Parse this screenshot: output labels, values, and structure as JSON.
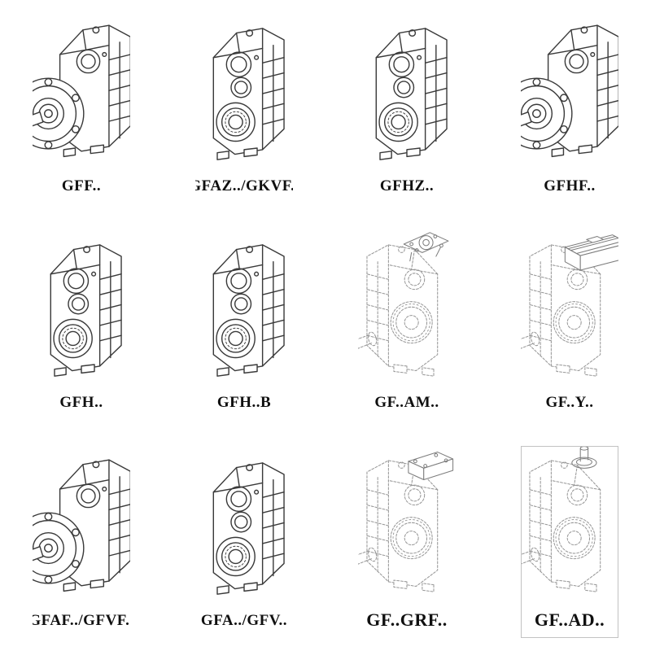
{
  "page": {
    "background": "#ffffff",
    "colors": {
      "solid_line": "#3a3a3a",
      "dashed_line": "#979797",
      "label_text": "#101010"
    }
  },
  "products": [
    {
      "label": "GFF..",
      "symbol": "#v-flange",
      "drawing_icon": "gearbox-flange-mounted-icon"
    },
    {
      "label": "GFAZ../GKVF..",
      "symbol": "#v-bore",
      "drawing_icon": "gearbox-hollow-shaft-icon"
    },
    {
      "label": "GFHZ..",
      "symbol": "#v-bore",
      "drawing_icon": "gearbox-hollow-shaft-icon"
    },
    {
      "label": "GFHF..",
      "symbol": "#v-flange",
      "drawing_icon": "gearbox-flange-mounted-icon"
    },
    {
      "label": "GFH..",
      "symbol": "#v-bore",
      "drawing_icon": "gearbox-hollow-shaft-icon"
    },
    {
      "label": "GFH..B",
      "symbol": "#v-bore",
      "drawing_icon": "gearbox-hollow-shaft-icon"
    },
    {
      "label": "GF..AM..",
      "symbol": "#v-dash-am",
      "drawing_icon": "gearbox-adapter-flange-icon"
    },
    {
      "label": "GF..Y..",
      "symbol": "#v-dash-motor",
      "drawing_icon": "gearbox-with-motor-icon"
    },
    {
      "label": "GFAF../GFVF..",
      "symbol": "#v-flange",
      "drawing_icon": "gearbox-flange-mounted-icon"
    },
    {
      "label": "GFA../GFV..",
      "symbol": "#v-bore",
      "drawing_icon": "gearbox-hollow-shaft-icon"
    },
    {
      "label": "GF..GRF..",
      "symbol": "#v-dash-box",
      "drawing_icon": "gearbox-adapter-box-icon"
    },
    {
      "label": "GF..AD..",
      "symbol": "#v-dash-plain",
      "drawing_icon": "gearbox-input-shaft-icon"
    }
  ]
}
